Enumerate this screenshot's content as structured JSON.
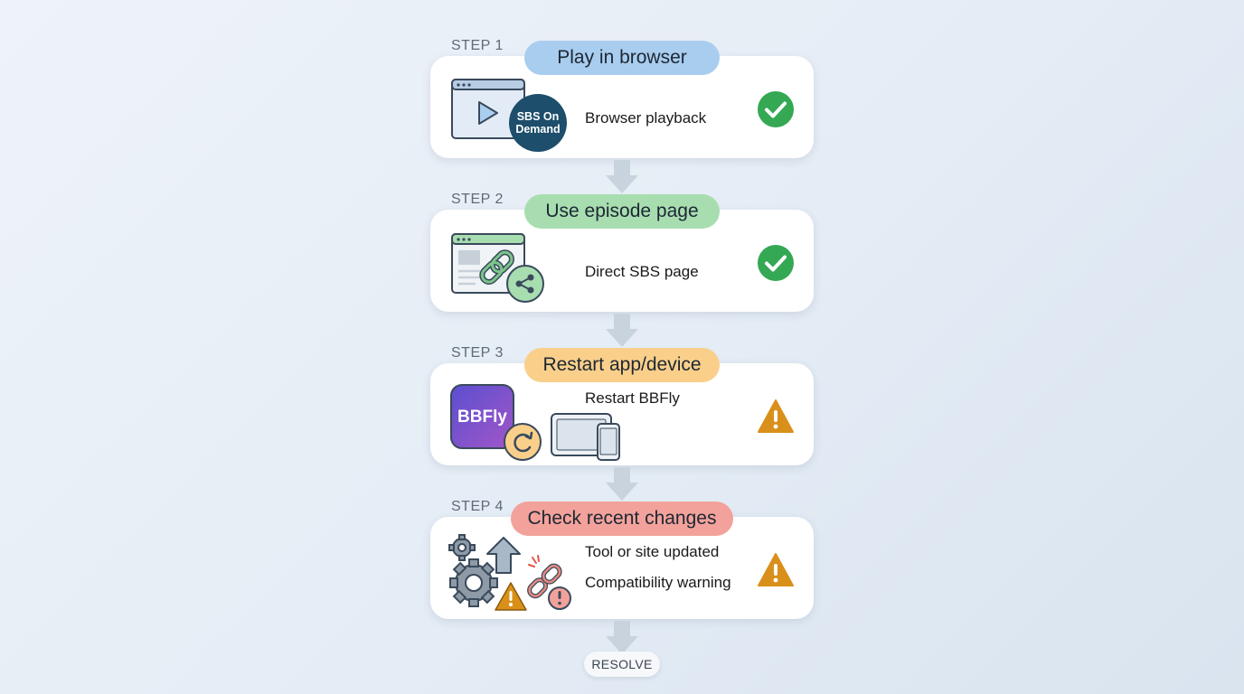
{
  "steps": [
    {
      "label": "STEP 1",
      "title": "Play in browser",
      "pill_color": "#a9cdef",
      "lines": [
        "Browser playback"
      ],
      "badge_text_line1": "SBS On",
      "badge_text_line2": "Demand",
      "status": "check",
      "icons": [
        "browser-window-play-icon",
        "sbs-on-demand-badge-icon"
      ]
    },
    {
      "label": "STEP 2",
      "title": "Use episode page",
      "pill_color": "#a8ddb0",
      "lines": [
        "Direct SBS page"
      ],
      "status": "check",
      "icons": [
        "web-page-icon",
        "link-icon",
        "share-icon"
      ]
    },
    {
      "label": "STEP 3",
      "title": "Restart app/device",
      "pill_color": "#f9cf8a",
      "lines": [
        "Restart BBFly"
      ],
      "app_name": "BBFly",
      "status": "warning",
      "icons": [
        "bbfly-app-icon",
        "refresh-icon",
        "tablet-phone-icon"
      ]
    },
    {
      "label": "STEP 4",
      "title": "Check recent changes",
      "pill_color": "#f2a29b",
      "lines": [
        "Tool or site updated",
        "Compatibility warning"
      ],
      "status": "warning",
      "icons": [
        "gears-icon",
        "upload-arrow-icon",
        "warning-icon",
        "broken-link-icon",
        "error-icon"
      ]
    }
  ],
  "end_label": "RESOLVE",
  "colors": {
    "check": "#34a853",
    "warning": "#d9901a",
    "arrow": "#c9d3de"
  }
}
